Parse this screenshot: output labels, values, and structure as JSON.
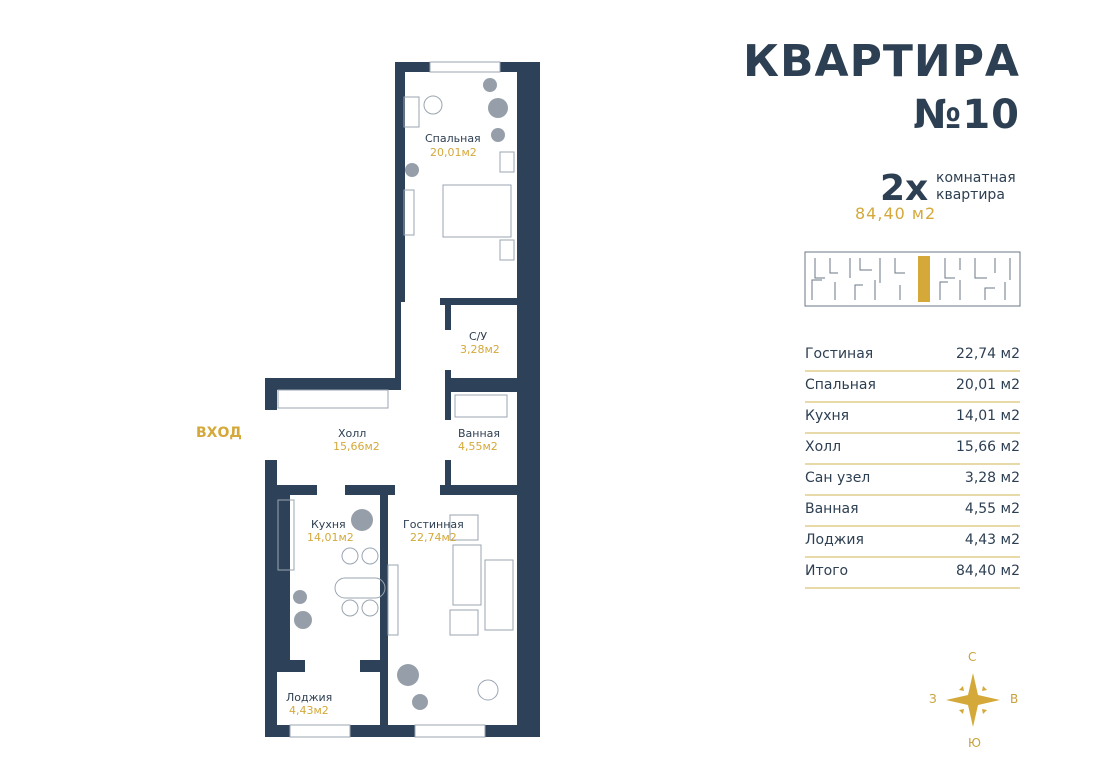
{
  "header": {
    "title": "КВАРТИРА",
    "number": "№10"
  },
  "summary": {
    "rooms": "2х",
    "line1": "комнатная",
    "line2": "квартира",
    "total_area": "84,40 м2"
  },
  "plan": {
    "entry_label": "ВХОД",
    "rooms": [
      {
        "name": "Спальная",
        "area": "20,01м2"
      },
      {
        "name": "С/У",
        "area": "3,28м2"
      },
      {
        "name": "Холл",
        "area": "15,66м2"
      },
      {
        "name": "Ванная",
        "area": "4,55м2"
      },
      {
        "name": "Кухня",
        "area": "14,01м2"
      },
      {
        "name": "Гостинная",
        "area": "22,74м2"
      },
      {
        "name": "Лоджия",
        "area": "4,43м2"
      }
    ]
  },
  "areas_table": [
    {
      "label": "Гостиная",
      "value": "22,74 м2"
    },
    {
      "label": "Спальная",
      "value": "20,01 м2"
    },
    {
      "label": "Кухня",
      "value": "14,01 м2"
    },
    {
      "label": "Холл",
      "value": "15,66 м2"
    },
    {
      "label": "Сан узел",
      "value": "3,28 м2"
    },
    {
      "label": "Ванная",
      "value": "4,55 м2"
    },
    {
      "label": "Лоджия",
      "value": "4,43 м2"
    },
    {
      "label": "Итого",
      "value": "84,40 м2"
    }
  ],
  "compass": {
    "n": "С",
    "s": "Ю",
    "w": "З",
    "e": "В"
  },
  "colors": {
    "wall": "#2d4258",
    "accent": "#d4a93a"
  }
}
